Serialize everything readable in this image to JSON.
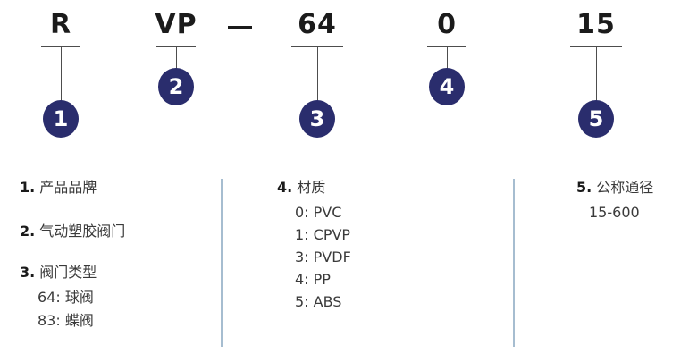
{
  "code": {
    "separator": "—",
    "parts": [
      {
        "label": "R",
        "marker": "1"
      },
      {
        "label": "VP",
        "marker": "2"
      },
      {
        "label": "64",
        "marker": "3"
      },
      {
        "label": "0",
        "marker": "4"
      },
      {
        "label": "15",
        "marker": "5"
      }
    ]
  },
  "legend": {
    "items": [
      {
        "num": "1.",
        "title": "产品品牌",
        "subs": []
      },
      {
        "num": "2.",
        "title": "气动塑胶阀门",
        "subs": []
      },
      {
        "num": "3.",
        "title": "阀门类型",
        "subs": [
          "64: 球阀",
          "83: 蝶阀"
        ]
      },
      {
        "num": "4.",
        "title": "材质",
        "subs": [
          "0: PVC",
          "1: CPVP",
          "3: PVDF",
          "4: PP",
          "5: ABS"
        ]
      },
      {
        "num": "5.",
        "title": "公称通径",
        "subs": [
          "15-600"
        ]
      }
    ]
  },
  "colors": {
    "marker_circle": "#2a2d6d",
    "divider_line": "#a6bdd0",
    "line": "#4d4d4d",
    "text": "#3a3a3a"
  }
}
